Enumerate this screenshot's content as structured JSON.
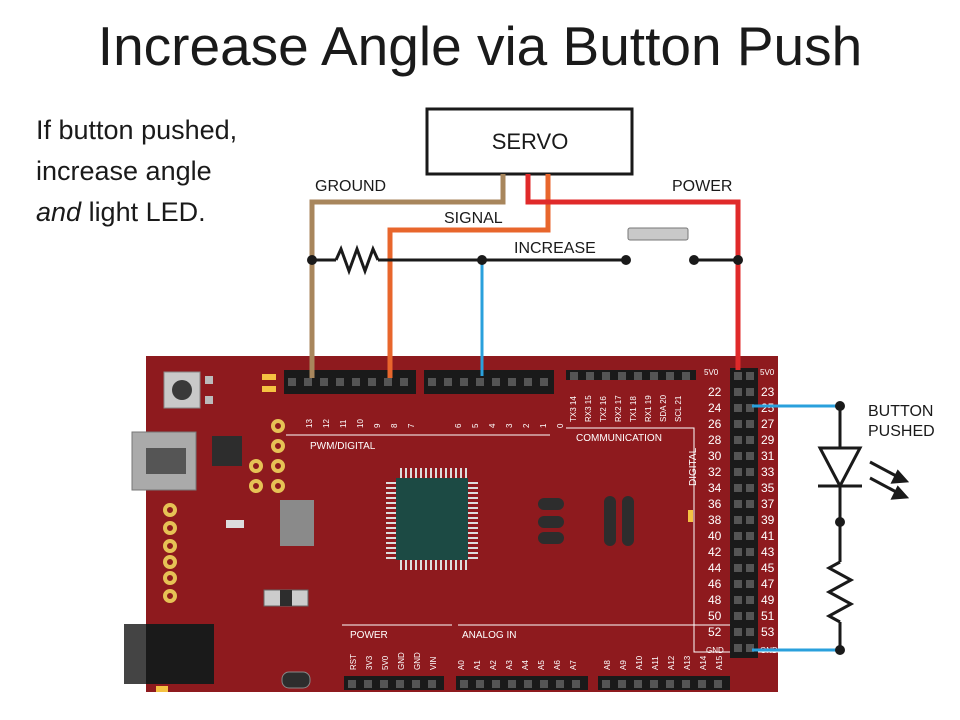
{
  "slide": {
    "title": "Increase Angle via Button Push",
    "caption": {
      "line1": "If button pushed,",
      "line2": "increase angle",
      "line3_italic": "and",
      "line3_rest": " light LED."
    }
  },
  "circuit": {
    "servo_label": "SERVO",
    "ground_label": "GROUND",
    "power_label": "POWER",
    "signal_label": "SIGNAL",
    "increase_label": "INCREASE",
    "button_label_line1": "BUTTON",
    "button_label_line2": "PUSHED"
  },
  "board": {
    "pwm_label": "PWM/DIGITAL",
    "communication_label": "COMMUNICATION",
    "digital_label": "DIGITAL",
    "power_label": "POWER",
    "analog_label": "ANALOG IN",
    "header_5v0": "5V0",
    "header_gnd": "GND",
    "pwm_pins": [
      "13",
      "12",
      "11",
      "10",
      "9",
      "8",
      "7",
      "6",
      "5",
      "4",
      "3",
      "2",
      "1",
      "0"
    ],
    "comm_pins": [
      "TX3 14",
      "RX3 15",
      "TX2 16",
      "RX2 17",
      "TX1 18",
      "RX1 19",
      "SDA 20",
      "SCL 21"
    ],
    "digital_left": [
      "22",
      "24",
      "26",
      "28",
      "30",
      "32",
      "34",
      "36",
      "38",
      "40",
      "42",
      "44",
      "46",
      "48",
      "50",
      "52"
    ],
    "digital_right": [
      "23",
      "25",
      "27",
      "29",
      "31",
      "33",
      "35",
      "37",
      "39",
      "41",
      "43",
      "45",
      "47",
      "49",
      "51",
      "53"
    ],
    "power_pins": [
      "RST",
      "3V3",
      "5V0",
      "GND",
      "GND",
      "VIN"
    ],
    "analog_pins_a": [
      "A0",
      "A1",
      "A2",
      "A3",
      "A4",
      "A5",
      "A6",
      "A7"
    ],
    "analog_pins_b": [
      "A8",
      "A9",
      "A10",
      "A11",
      "A12",
      "A13",
      "A14",
      "A15"
    ]
  },
  "colors": {
    "board": "#8e1a1e",
    "ground_wire": "#a8865c",
    "signal_wire": "#e8662c",
    "power_wire": "#e02a2a",
    "button_wire": "#2aa0dc",
    "pin": "#1a1a1a"
  }
}
